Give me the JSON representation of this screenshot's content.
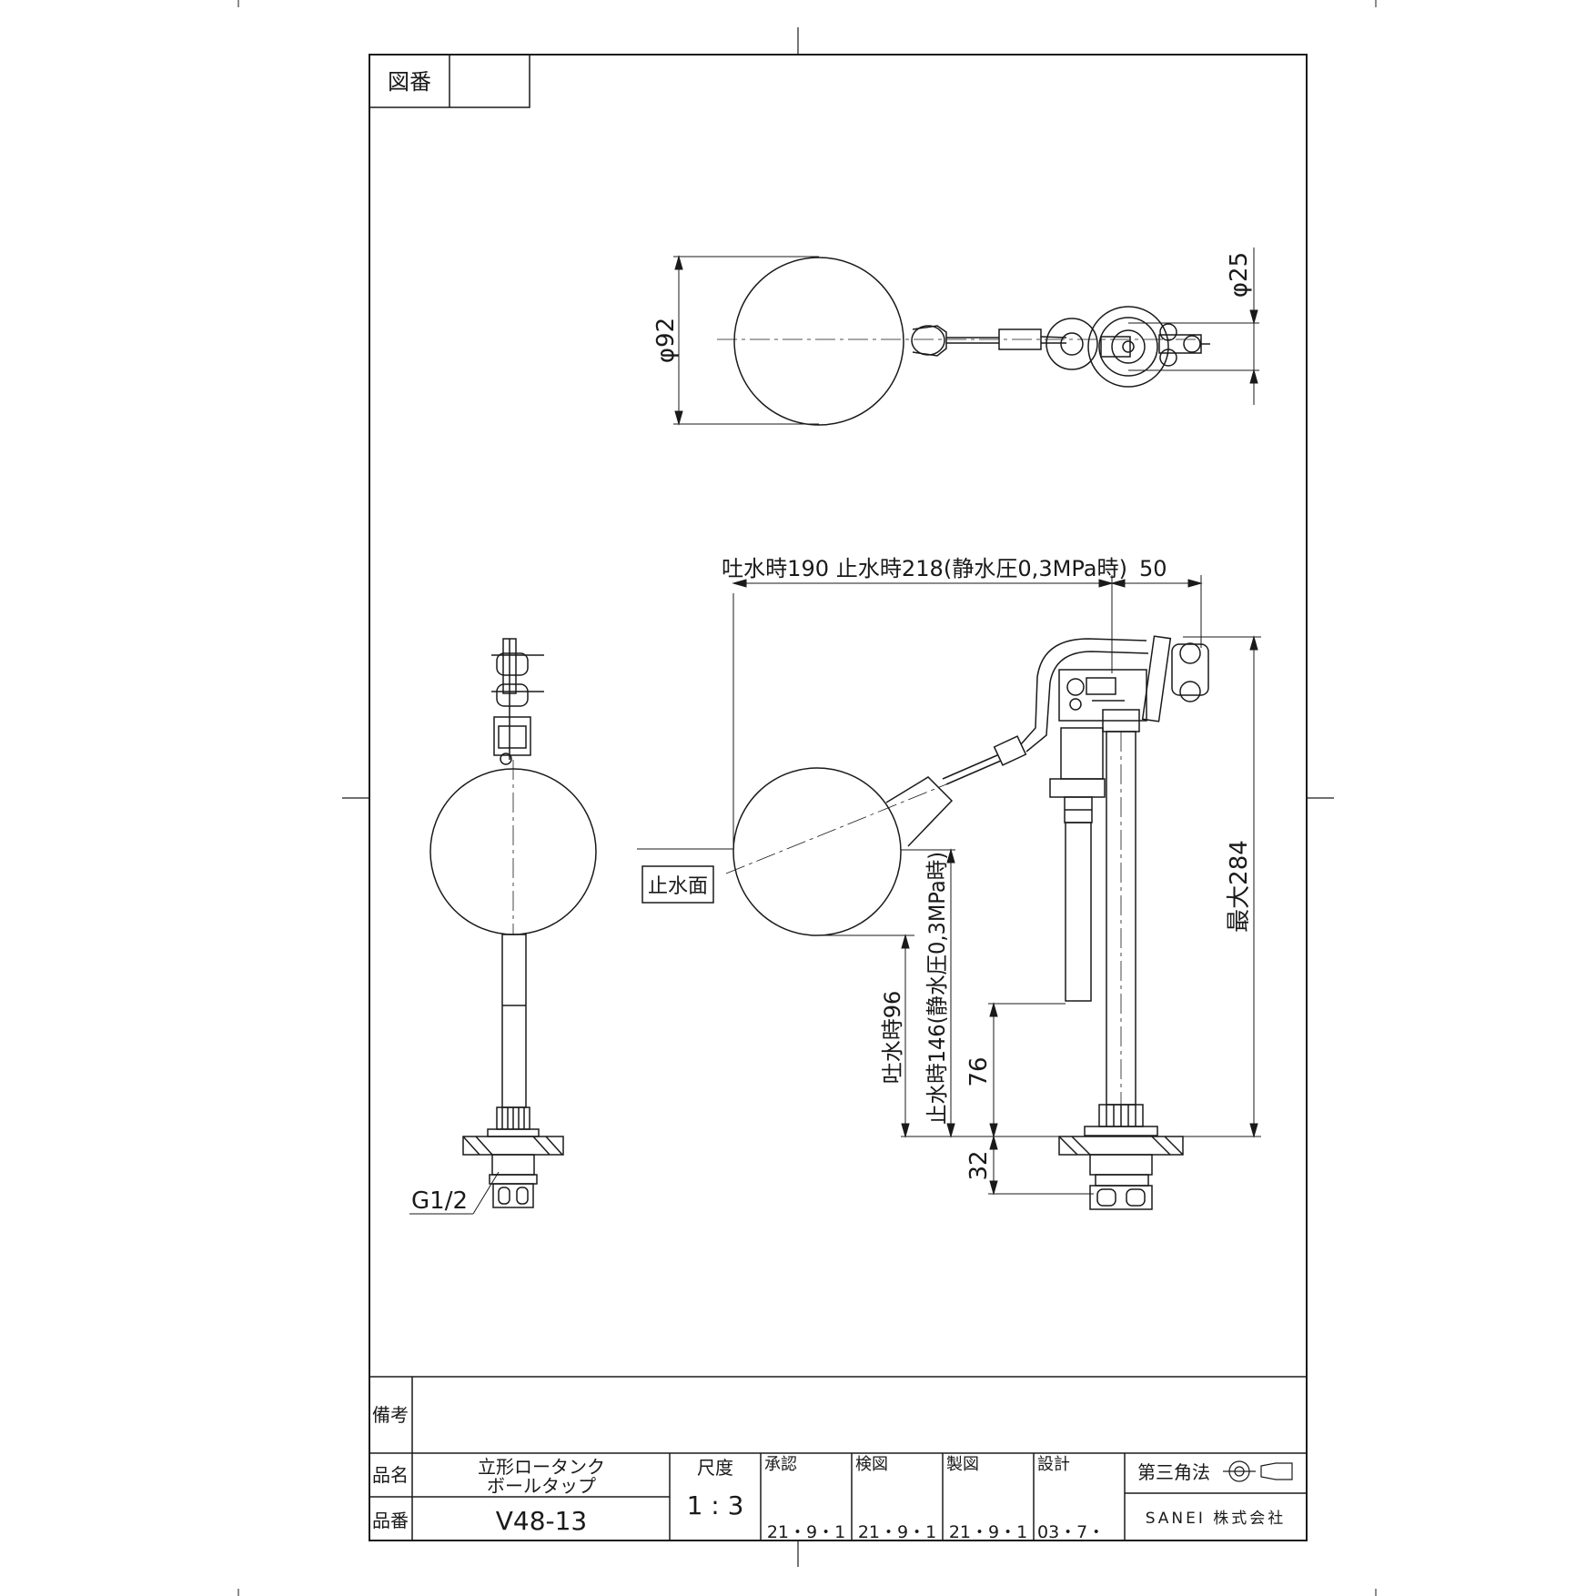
{
  "header": {
    "drawing_number_label": "図番",
    "drawing_number_value": ""
  },
  "dimensions": {
    "ball_diameter": "φ92",
    "pipe_diameter": "φ25",
    "horizontal": "吐水時190  止水時218(静水圧0,3MPa時)",
    "horizontal_right": "50",
    "max_height": "最大284",
    "spout_open": "吐水時96",
    "spout_closed": "止水時146(静水圧0,3MPa時)",
    "outlet_height": "76",
    "below_base": "32",
    "thread": "G1/2"
  },
  "callouts": {
    "stop_water_level": "止水面"
  },
  "title_block": {
    "remarks_label": "備考",
    "remarks_value": "",
    "name_label": "品名",
    "name_line1": "立形ロータンク",
    "name_line2": "ボールタップ",
    "number_label": "品番",
    "number_value": "V48-13",
    "scale_label": "尺度",
    "scale_value": "1 : 3",
    "approved_label": "承認",
    "approved_date": "21・9・1",
    "checked_label": "検図",
    "checked_date": "21・9・1",
    "drawn_label": "製図",
    "drawn_date": "21・9・1",
    "design_label": "設計",
    "design_date": "03・7・",
    "projection_label": "第三角法",
    "company": "SANEI 株式会社"
  },
  "chart_data": {
    "type": "technical-drawing",
    "title": "",
    "part_name": "立形ロータンク ボールタップ",
    "part_number": "V48-13",
    "scale": "1 : 3",
    "projection": "第三角法",
    "dimensions_mm": {
      "ball_diameter": 92,
      "pipe_diameter": 25,
      "length_discharge": 190,
      "length_stop_at_0_3MPa": 218,
      "valve_offset": 50,
      "max_height": 284,
      "height_discharge": 96,
      "height_stop_at_0_3MPa": 146,
      "outlet_height": 76,
      "below_base": 32
    },
    "thread": "G1/2"
  }
}
